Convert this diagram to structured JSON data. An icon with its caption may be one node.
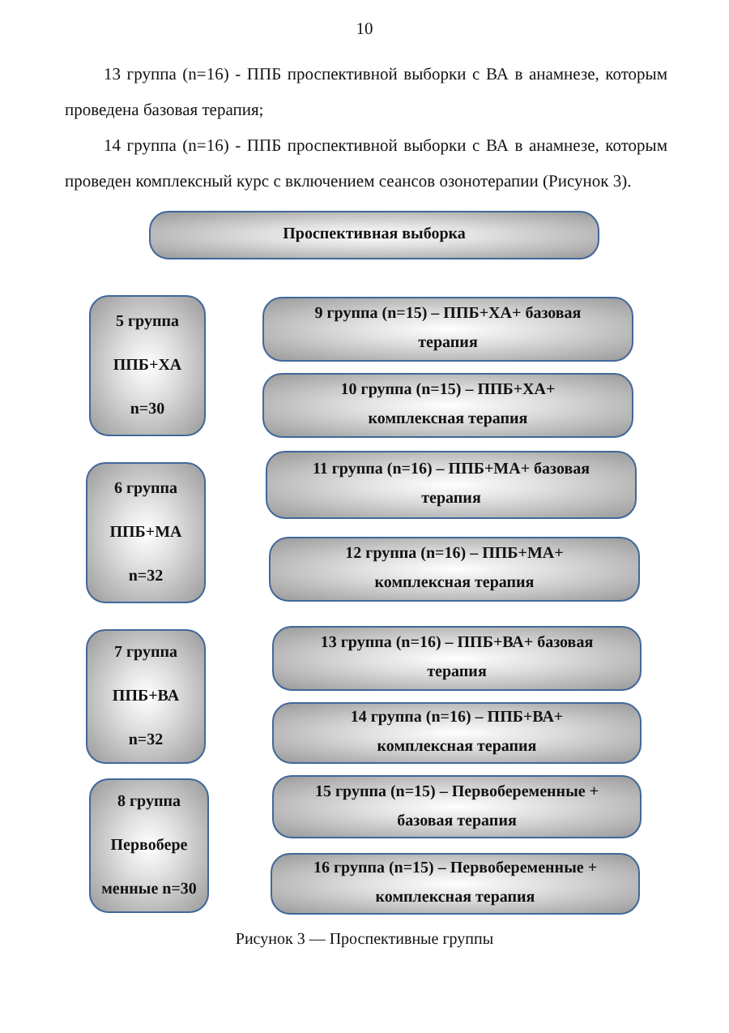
{
  "diagram": {
    "caption": "Рисунок 3 — Проспективные группы",
    "nodes": [
      {
        "text": [
          "Проспективная выборка"
        ]
      },
      {
        "text": [
          "5 группа ППБ+ХА n=30"
        ]
      },
      {
        "text": [
          "9 группа (n=15) – ППБ+ХА+ базовая терапия"
        ]
      },
      {
        "text": [
          "10 группа (n=15) – ППБ+ХА+ комплексная терапия"
        ]
      },
      {
        "text": [
          "6 группа ППБ+МА n=32"
        ]
      },
      {
        "text": [
          "11 группа (n=16) – ППБ+МА+ базовая терапия"
        ]
      },
      {
        "text": [
          "12 группа (n=16) – ППБ+МА+ комплексная терапия"
        ]
      },
      {
        "text": [
          "7 группа ППБ+ВА n=32"
        ]
      },
      {
        "text": [
          "13 группа (n=16) – ППБ+ВА+ базовая терапия"
        ]
      },
      {
        "text": [
          "14 группа (n=16) – ППБ+ВА+ комплексная терапия"
        ]
      },
      {
        "text": [
          "8 группа Первобере менные n=30"
        ]
      },
      {
        "text": [
          "15 группа (n=15) – Первобеременные + базовая терапия"
        ]
      },
      {
        "text": [
          "16 группа (n=15) – Первобеременные + комплексная терапия"
        ]
      }
    ],
    "edges": [],
    "labels": [
      "10",
      "13 группа (n=16) - ППБ проспективной выборки с ВА в анамнезе, которым проведена базовая терапия;",
      "14 группа (n=16) - ППБ проспективной выборки с ВА в анамнезе, которым проведен комплексный курс с включением сеансов озонотерапии (Рисунок 3)."
    ]
  }
}
